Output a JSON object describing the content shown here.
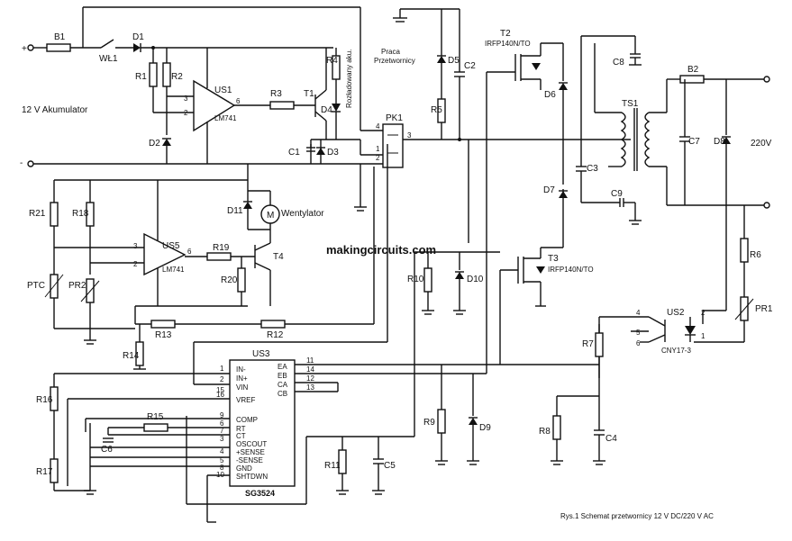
{
  "labels": {
    "B1": "B1",
    "WL1": "WŁ1",
    "D1": "D1",
    "R1": "R1",
    "R2": "R2",
    "US1": "US1",
    "LM741a": "LM741",
    "D2": "D2",
    "R3": "R3",
    "T1": "T1",
    "R4": "R4",
    "D4": "D4",
    "rozl": "Rozładowany aku.",
    "C1": "C1",
    "D3": "D3",
    "PK1": "PK1",
    "praca": "Praca",
    "przetw": "Przetwornicy",
    "D5": "D5",
    "R5": "R5",
    "C2": "C2",
    "T2": "T2",
    "IRFa": "IRFP140N/TO",
    "C8": "C8",
    "B2": "B2",
    "D6": "D6",
    "TS1": "TS1",
    "C3": "C3",
    "C7": "C7",
    "D8": "D8",
    "v220": "220V",
    "D7": "D7",
    "C9": "C9",
    "akum": "12 V  Akumulator",
    "R21": "R21",
    "R18": "R18",
    "D11": "D11",
    "went": "Wentylator",
    "US5": "US5",
    "LM741b": "LM741",
    "R19": "R19",
    "T4": "T4",
    "PTC": "PTC",
    "PR2": "PR2",
    "R20": "R20",
    "R10": "R10",
    "D10": "D10",
    "T3": "T3",
    "IRFb": "IRFP140N/TO",
    "R6": "R6",
    "US2": "US2",
    "PR1": "PR1",
    "CNY": "CNY17-3",
    "R13": "R13",
    "R12": "R12",
    "R14": "R14",
    "US3": "US3",
    "R7": "R7",
    "R16": "R16",
    "R9": "R9",
    "D9": "D9",
    "R15": "R15",
    "R8": "R8",
    "C4": "C4",
    "C6": "C6",
    "R17": "R17",
    "R11": "R11",
    "C5": "C5",
    "SG": "SG3524",
    "IN-": "IN-",
    "IN+": "IN+",
    "VIN": "VIN",
    "VREF": "VREF",
    "COMP": "COMP",
    "RT": "RT",
    "CT": "CT",
    "OSCOUT": "OSCOUT",
    "+SENSE": "+SENSE",
    "-SENSE": "-SENSE",
    "GND": "GND",
    "SHTDWN": "SHTDWN",
    "EA": "EA",
    "EB": "EB",
    "CA": "CA",
    "CB": "CB",
    "plus": "+",
    "minus": "-",
    "p1": "1",
    "p2": "2",
    "p3": "3",
    "p4": "4",
    "p5": "5",
    "p6": "6",
    "p7": "7",
    "p8": "8",
    "p9": "9",
    "p10": "10",
    "p11": "11",
    "p12": "12",
    "p13": "13",
    "p14": "14",
    "p15": "15",
    "p16": "16"
  },
  "watermark": "makingcircuits.com",
  "caption": "Rys.1  Schemat przetwornicy 12 V DC/220 V AC"
}
